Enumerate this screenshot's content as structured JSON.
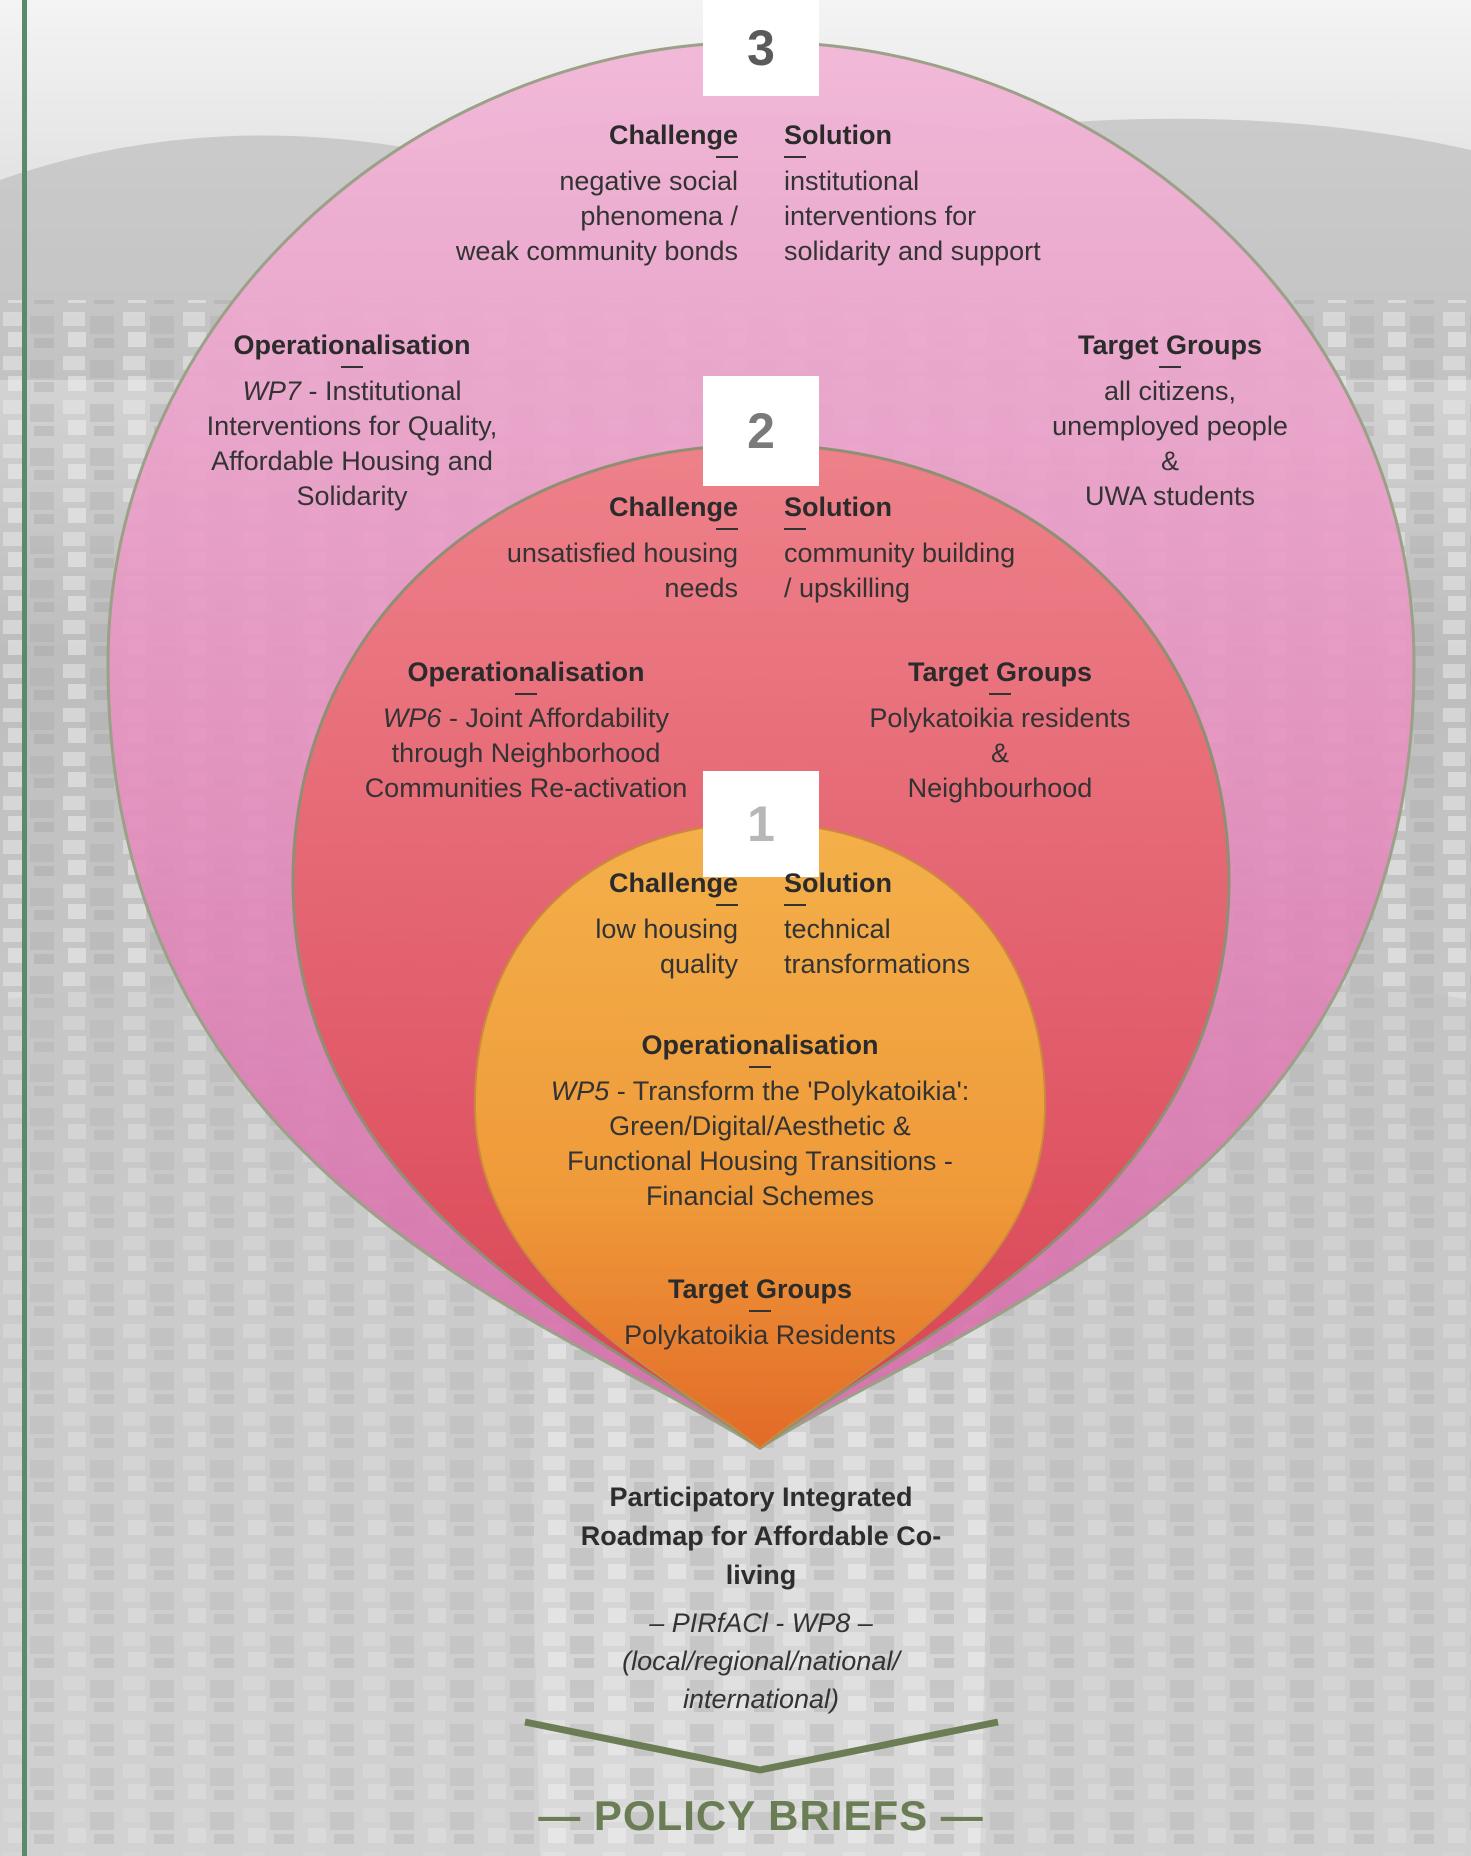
{
  "colors": {
    "ring3": "#e58fc0",
    "ring2": "#e0505a",
    "ring1": "#f0a040",
    "accent_green": "#6b7d55",
    "left_bar": "#5b8a6b"
  },
  "ring3": {
    "number": "3",
    "challenge_title": "Challenge",
    "challenge_text": [
      "negative social",
      "phenomena /",
      "weak community bonds"
    ],
    "solution_title": "Solution",
    "solution_text": [
      "institutional",
      "interventions for",
      "solidarity and support"
    ],
    "operationalisation_title": "Operationalisation",
    "wp_code": "WP7",
    "operationalisation_text_first": " - Institutional",
    "operationalisation_text": [
      "Interventions for Quality,",
      "Affordable Housing and",
      "Solidarity"
    ],
    "target_title": "Target Groups",
    "target_text": [
      "all citizens,",
      "unemployed people",
      "&",
      "UWA students"
    ]
  },
  "ring2": {
    "number": "2",
    "challenge_title": "Challenge",
    "challenge_text": [
      "unsatisfied housing",
      "needs"
    ],
    "solution_title": "Solution",
    "solution_text": [
      "community building",
      "/ upskilling"
    ],
    "operationalisation_title": "Operationalisation",
    "wp_code": "WP6",
    "operationalisation_text_first": " - Joint Affordability",
    "operationalisation_text": [
      "through Neighborhood",
      "Communities Re-activation"
    ],
    "target_title": "Target Groups",
    "target_text": [
      "Polykatoikia residents",
      "&",
      "Neighbourhood"
    ]
  },
  "ring1": {
    "number": "1",
    "challenge_title": "Challenge",
    "challenge_text": [
      "low housing",
      "quality"
    ],
    "solution_title": "Solution",
    "solution_text": [
      "technical",
      "transformations"
    ],
    "operationalisation_title": "Operationalisation",
    "wp_code": "WP5",
    "operationalisation_text_first": " - Transform the 'Polykatoikia':",
    "operationalisation_text": [
      "Green/Digital/Aesthetic &",
      "Functional Housing Transitions -",
      "Financial Schemes"
    ],
    "target_title": "Target Groups",
    "target_text": [
      "Polykatoikia Residents"
    ]
  },
  "roadmap": {
    "title_lines": [
      "Participatory Integrated",
      "Roadmap for Affordable Co-",
      "living"
    ],
    "subtitle_lines": [
      "– PIRfACl - WP8 –",
      "(local/regional/national/",
      "international)"
    ]
  },
  "policy_briefs": "— POLICY BRIEFS —"
}
